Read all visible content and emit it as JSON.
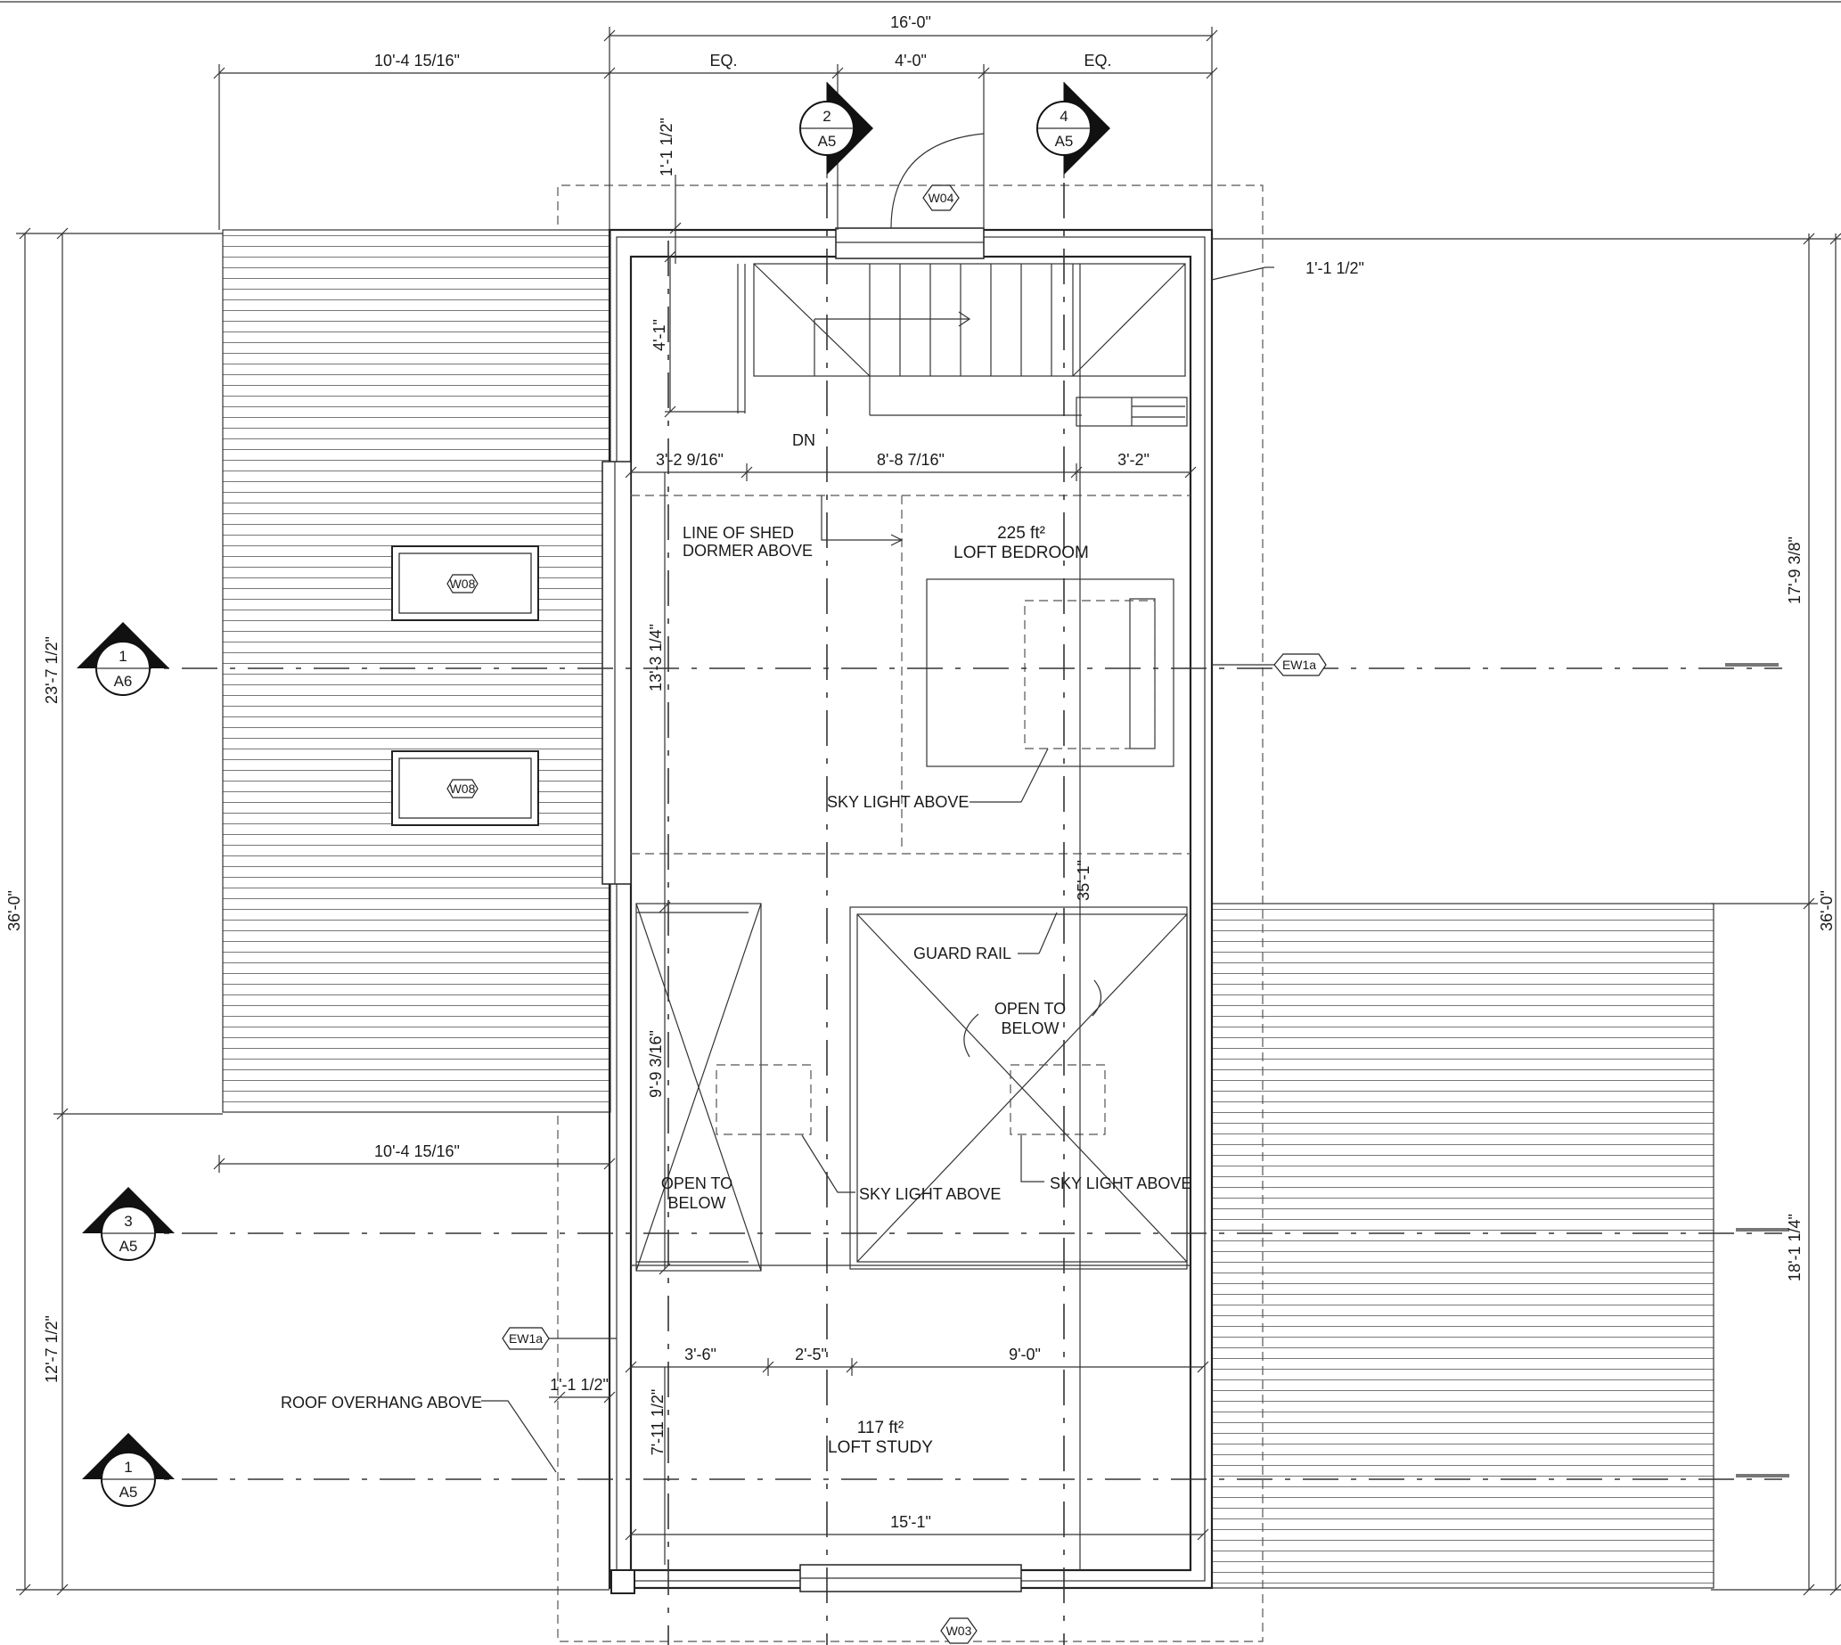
{
  "dimensions": {
    "overall_width": "16'-0\"",
    "eq_left": "EQ.",
    "center_4": "4'-0\"",
    "eq_right": "EQ.",
    "left_offset_top": "10'-4 15/16\"",
    "left_offset_bottom": "10'-4 15/16\"",
    "offset_top_left": "1'-1 1/2\"",
    "offset_top_right": "1'-1 1/2\"",
    "offset_bottom_left": "1'-1 1/2\"",
    "stair_depth": "4'-1\"",
    "stair_row_a": "3'-2 9/16\"",
    "stair_row_b": "8'-8 7/16\"",
    "stair_row_c": "3'-2\"",
    "bedroom_depth": "13'-3 1/4\"",
    "open_left_depth": "9'-9 3/16\"",
    "study_row_a": "3'-6\"",
    "study_row_b": "2'-5\"",
    "study_row_c": "9'-0\"",
    "study_depth": "7'-11 1/2\"",
    "study_width": "15'-1\"",
    "center_vertical": "35'-1\"",
    "left_overall": "36'-0\"",
    "left_upper": "23'-7 1/2\"",
    "left_lower": "12'-7 1/2\"",
    "right_overall": "36'-0\"",
    "right_upper": "17'-9 3/8\"",
    "right_lower": "18'-1 1/4\""
  },
  "rooms": {
    "bedroom_area": "225 ft²",
    "bedroom_name": "LOFT BEDROOM",
    "study_area": "117 ft²",
    "study_name": "LOFT STUDY"
  },
  "notes": {
    "dn": "DN",
    "dormer_line1": "LINE OF SHED",
    "dormer_line2": "DORMER ABOVE",
    "skylight_bedroom": "SKY LIGHT ABOVE",
    "guard_rail": "GUARD RAIL",
    "open_right_1": "OPEN TO",
    "open_right_2": "BELOW",
    "open_left_1": "OPEN TO",
    "open_left_2": "BELOW",
    "skylight_center": "SKY LIGHT ABOVE",
    "skylight_right": "SKY LIGHT ABOVE",
    "roof_overhang": "ROOF OVERHANG ABOVE"
  },
  "tags": {
    "w04": "W04",
    "w08_a": "W08",
    "w08_b": "W08",
    "w03": "W03",
    "ew1a_right": "EW1a",
    "ew1a_left": "EW1a"
  },
  "section_marks": [
    {
      "number": "2",
      "sheet": "A5"
    },
    {
      "number": "4",
      "sheet": "A5"
    },
    {
      "number": "1",
      "sheet": "A6"
    },
    {
      "number": "3",
      "sheet": "A5"
    },
    {
      "number": "1",
      "sheet": "A5"
    }
  ]
}
